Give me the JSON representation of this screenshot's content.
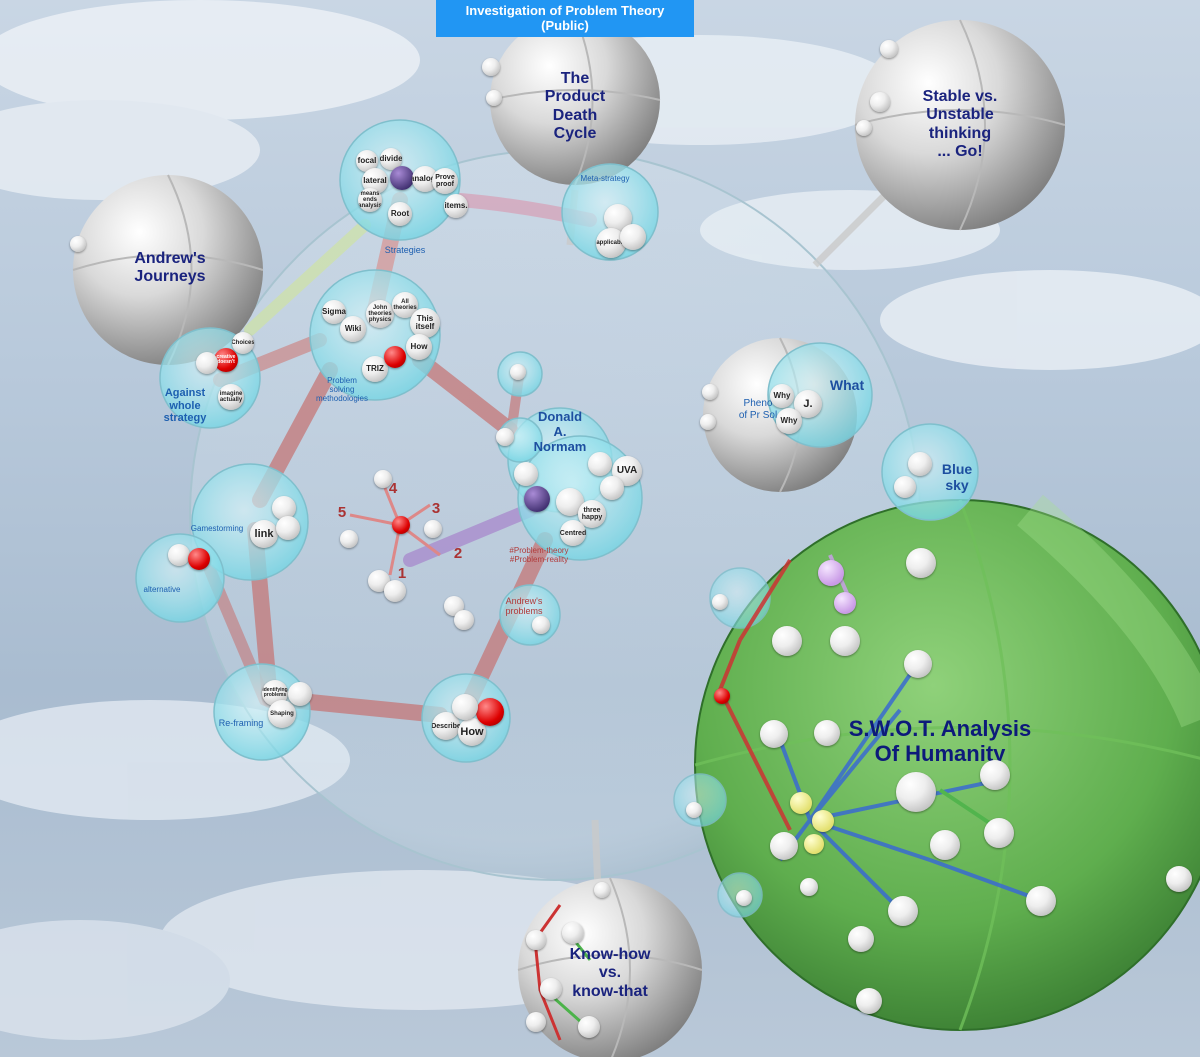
{
  "header": {
    "title_line1": "Investigation of Problem Theory",
    "title_line2": "(Public)"
  },
  "spheres": {
    "product_death": [
      "The",
      "Product",
      "Death",
      "Cycle"
    ],
    "stable": [
      "Stable vs.",
      "Unstable",
      "thinking",
      "... Go!"
    ],
    "journeys": [
      "Andrew's",
      "Journeys"
    ],
    "knowhow": [
      "Know-how",
      "vs.",
      "know-that"
    ],
    "swot": [
      "S.W.O.T. Analysis",
      "Of Humanity"
    ],
    "phenom_partial": "Pheno of Pr Sol"
  },
  "clusters": {
    "strategies": "Strategies",
    "meta_strategy": "Meta-strategy",
    "problem_solving": [
      "Problem",
      "solving",
      "methodologies"
    ],
    "against": [
      "Against",
      "whole",
      "strategy"
    ],
    "gamestorming": "Gamestorming",
    "alternative": "alternative",
    "reframing": "Re-framing",
    "norman": [
      "Donald",
      "A.",
      "Normam"
    ],
    "hashtags": [
      "#Problem-theory",
      "#Problem-reality"
    ],
    "andrews_problems": [
      "Andrew's",
      "problems"
    ],
    "what": "What",
    "blue_sky": [
      "Blue",
      "sky"
    ]
  },
  "ball_labels": {
    "focal": "focal",
    "divide": "divide",
    "lateral": "lateral",
    "analogy": "analogy",
    "prove": "Prove proof",
    "means": "means ends analysis",
    "root": "Root",
    "items": "items.",
    "applicable": "applicable",
    "sigma": "Sigma",
    "wiki": "Wiki",
    "this": "This itself",
    "how": "How",
    "triz": "TRIZ",
    "john": "John theories physics",
    "all": "All theories",
    "link": "link",
    "identifying": "Identifying problems",
    "shaping": "Shaping",
    "describe": "Describe",
    "how2": "How",
    "uva": "UVA",
    "three": "three happy",
    "centred": "Centred",
    "why1": "Why",
    "j": "J.",
    "why2": "Why",
    "creative": "creative doesn't",
    "choices": "Choices",
    "imagine": "imagine actually"
  },
  "numbers": [
    "1",
    "2",
    "3",
    "4",
    "5"
  ],
  "colors": {
    "title_bar": "#2196f3",
    "swot_green": "#5fae4e",
    "link_red": "#b04545",
    "label_blue": "#1a237e",
    "cyan_bubble": "#7fdbe8"
  }
}
